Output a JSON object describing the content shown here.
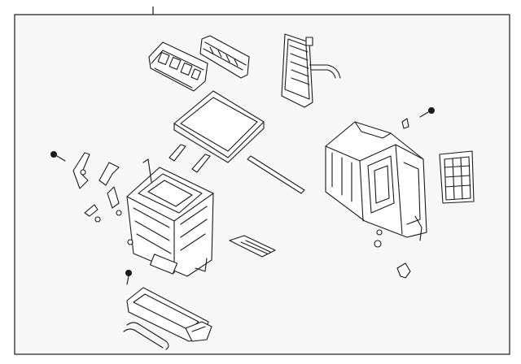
{
  "diagram": {
    "background": "#ffffff",
    "panel_fill": "#f7f7f7",
    "line_color": "#1a1a1a",
    "parts": [
      "blower-motor-cover",
      "mode-door-link",
      "heater-core",
      "cabin-filter",
      "filter-clips",
      "actuator-rod",
      "evaporator-housing",
      "evaporator-core",
      "blower-housing",
      "blower-lower-case",
      "drain-hose",
      "linkage-levers",
      "screws",
      "seal-strip"
    ]
  }
}
